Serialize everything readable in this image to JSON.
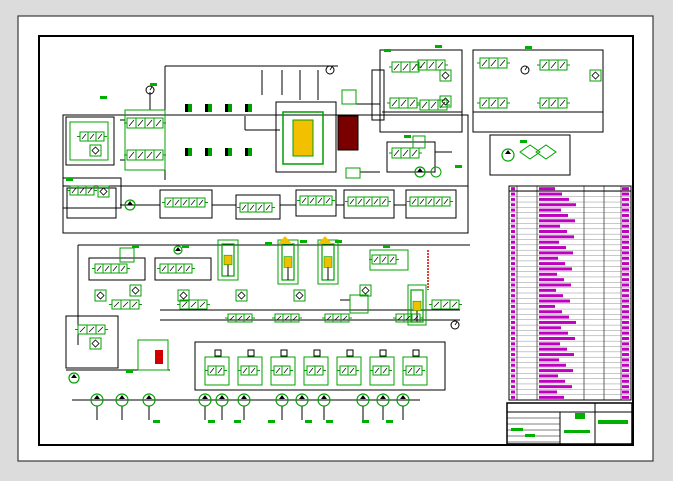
{
  "sheet": {
    "outer_frame_color": "#1a1a1a",
    "paper_color": "#ffffff",
    "line_color": "#000000",
    "component_color": "#00a000",
    "label_color": "#00b000",
    "table_text_color": "#c000c0",
    "icon": "hydraulic-schematic-drawing"
  },
  "parts_table": {
    "rows": 40,
    "columns": 5,
    "header_icon": "table-header-bar"
  },
  "title_block": {
    "has_logo_stamp": true,
    "sections": 3
  }
}
